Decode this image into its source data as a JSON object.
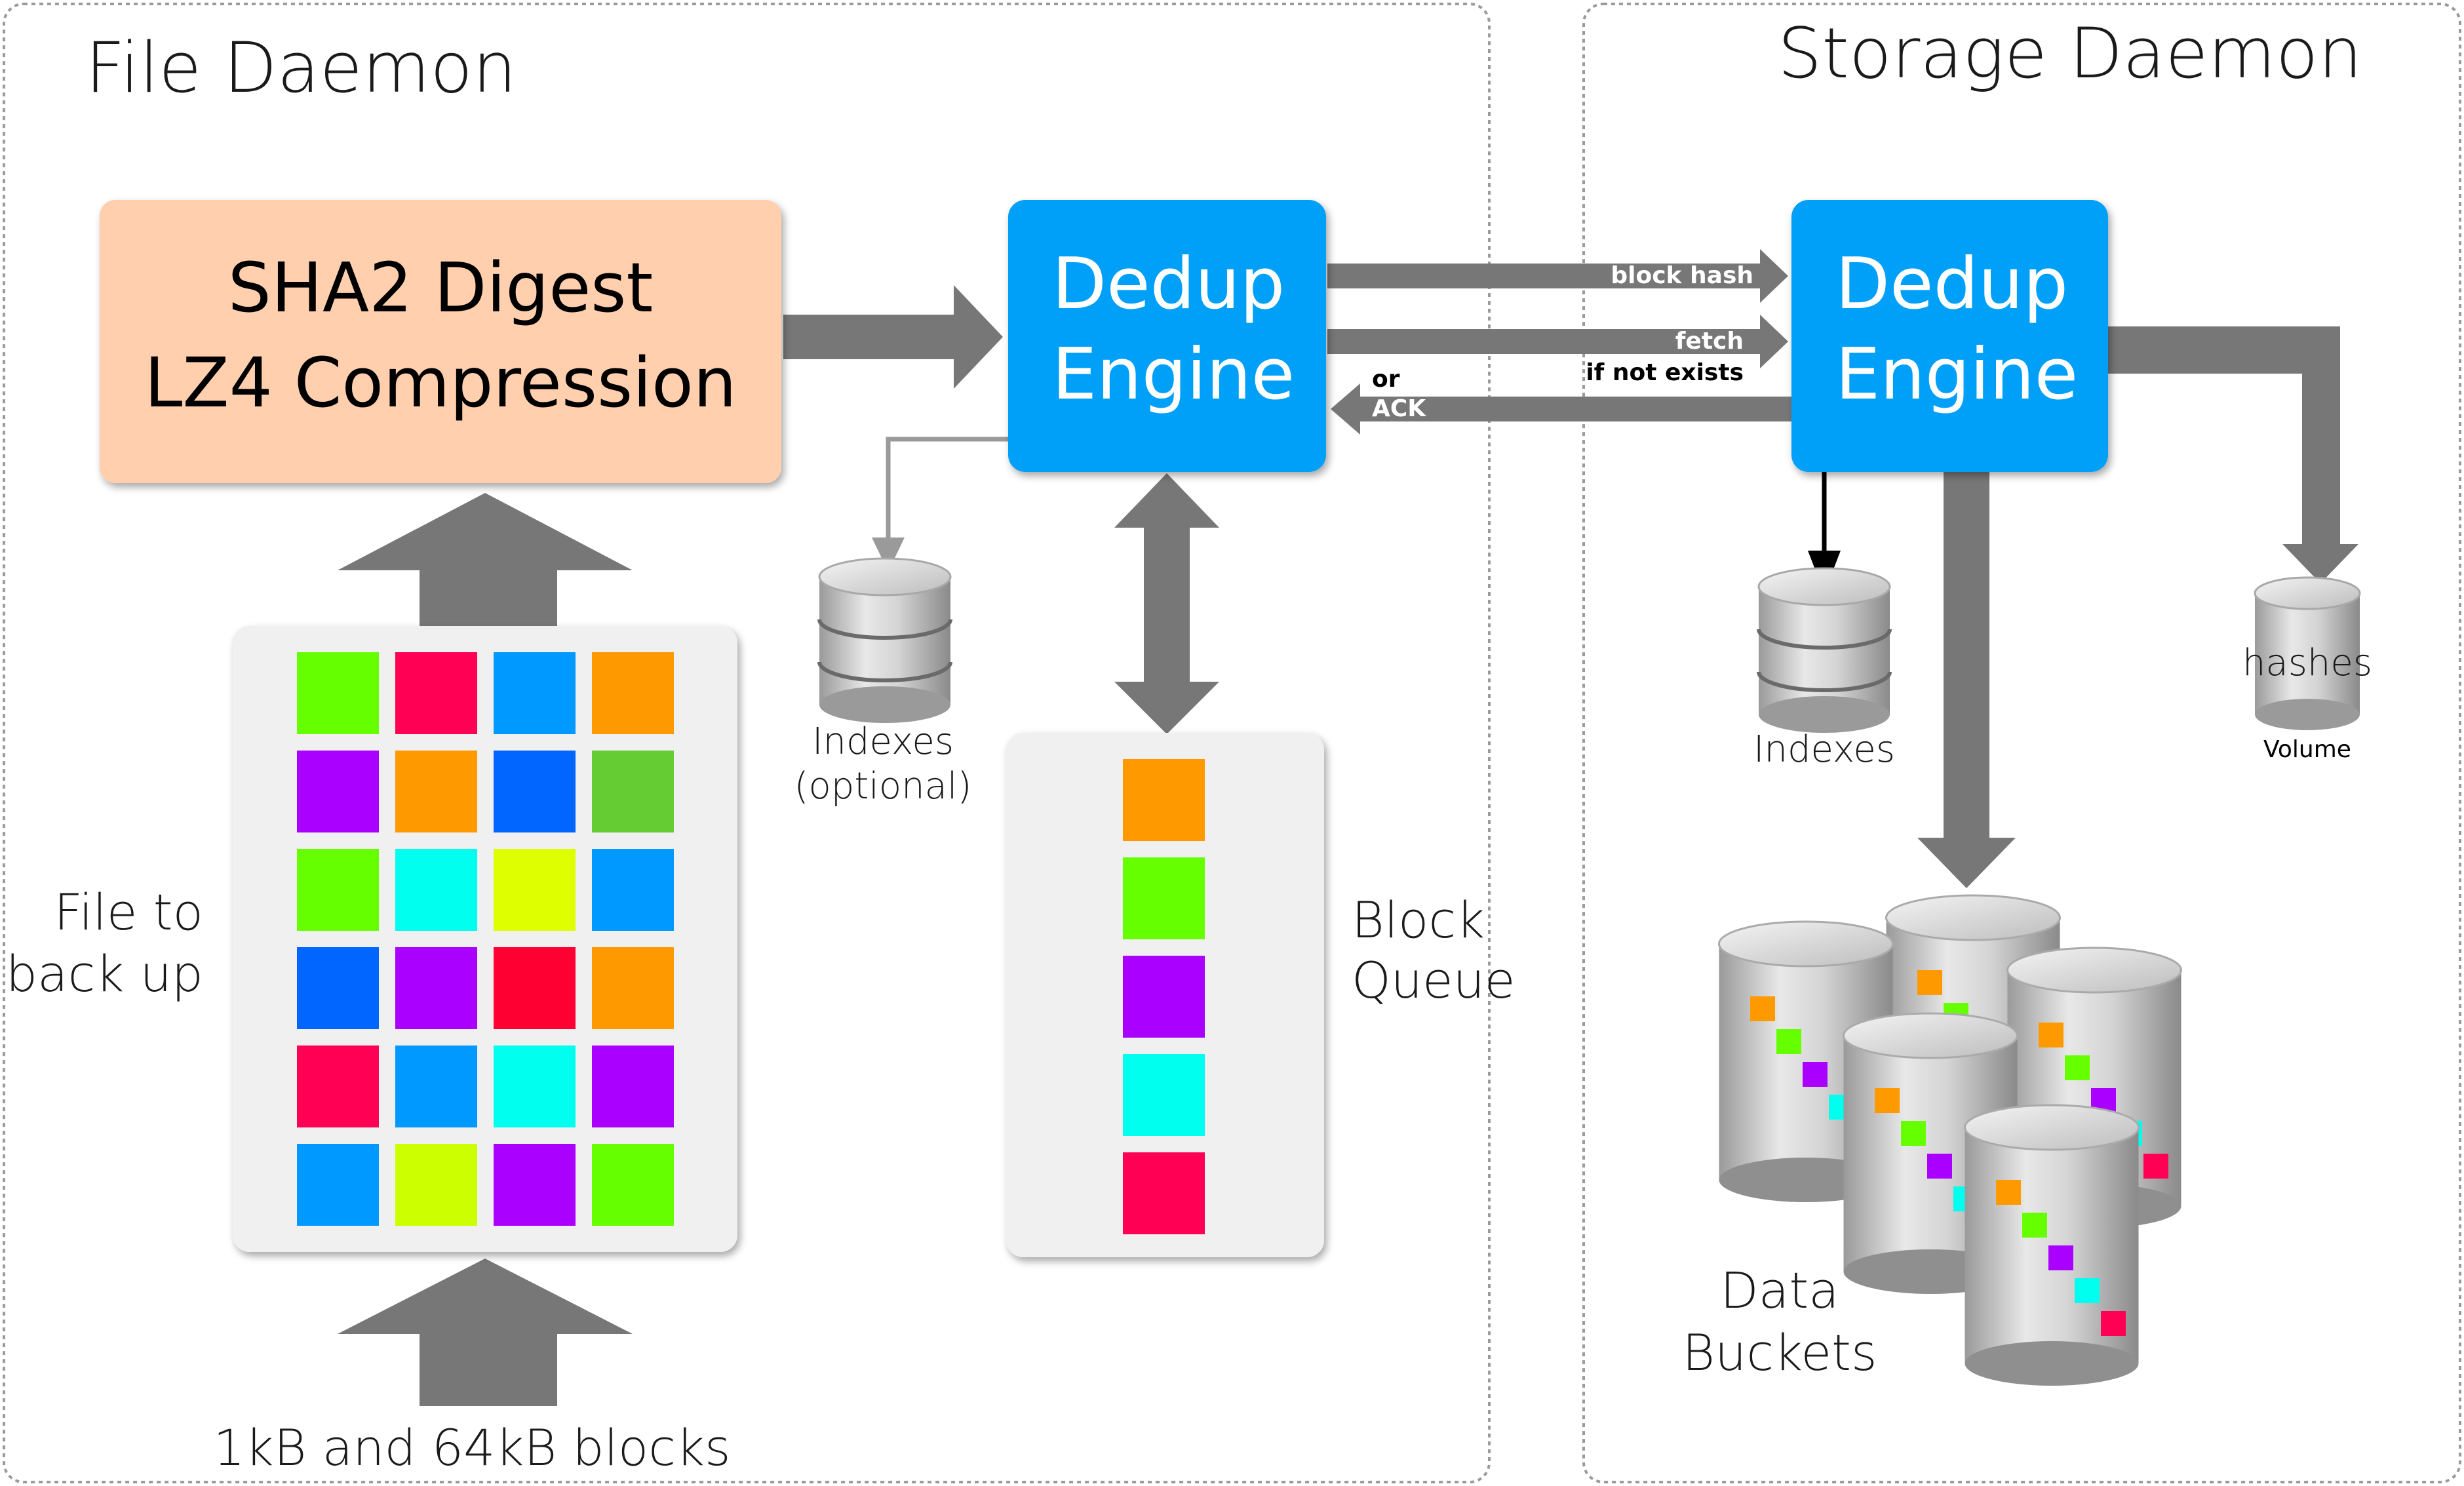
{
  "file_daemon": {
    "title": "File Daemon",
    "processor": {
      "line1": "SHA2 Digest",
      "line2": "LZ4 Compression"
    },
    "dedup_engine": {
      "line1": "Dedup",
      "line2": "Engine"
    },
    "indexes": {
      "line1": "Indexes",
      "line2": "(optional)"
    },
    "file_label": {
      "line1": "File to",
      "line2": "back up"
    },
    "queue_label": {
      "line1": "Block",
      "line2": "Queue"
    },
    "blocks_label": "1kB and 64kB blocks",
    "file_blocks": [
      "#66ff00",
      "#ff0055",
      "#0099ff",
      "#ff9900",
      "#aa00ff",
      "#ff9900",
      "#0066ff",
      "#66cc33",
      "#66ff00",
      "#00ffee",
      "#ddff00",
      "#0099ff",
      "#0066ff",
      "#aa00ff",
      "#ff0033",
      "#ff9900",
      "#ff0055",
      "#0099ff",
      "#00ffee",
      "#aa00ff",
      "#0099ff",
      "#ccff00",
      "#aa00ff",
      "#66ff00"
    ],
    "queue_blocks": [
      "#ff9900",
      "#66ff00",
      "#aa00ff",
      "#00ffee",
      "#ff0055"
    ]
  },
  "links": {
    "block_hash": "block hash",
    "fetch": "fetch",
    "if_not_exists": "if not exists",
    "or": "or",
    "ack": "ACK"
  },
  "storage_daemon": {
    "title": "Storage Daemon",
    "dedup_engine": {
      "line1": "Dedup",
      "line2": "Engine"
    },
    "indexes": "Indexes",
    "hashes": "hashes",
    "volume": "Volume",
    "buckets": {
      "line1": "Data",
      "line2": "Buckets"
    },
    "bucket_blocks": [
      "#ff9900",
      "#66ff00",
      "#aa00ff",
      "#00ffee",
      "#ff0055"
    ]
  },
  "colors": {
    "engine_blue": "#00a0f8",
    "processor_peach": "#ffcfae",
    "arrow_gray": "#777777",
    "panel_gray": "#f0f0f0"
  }
}
